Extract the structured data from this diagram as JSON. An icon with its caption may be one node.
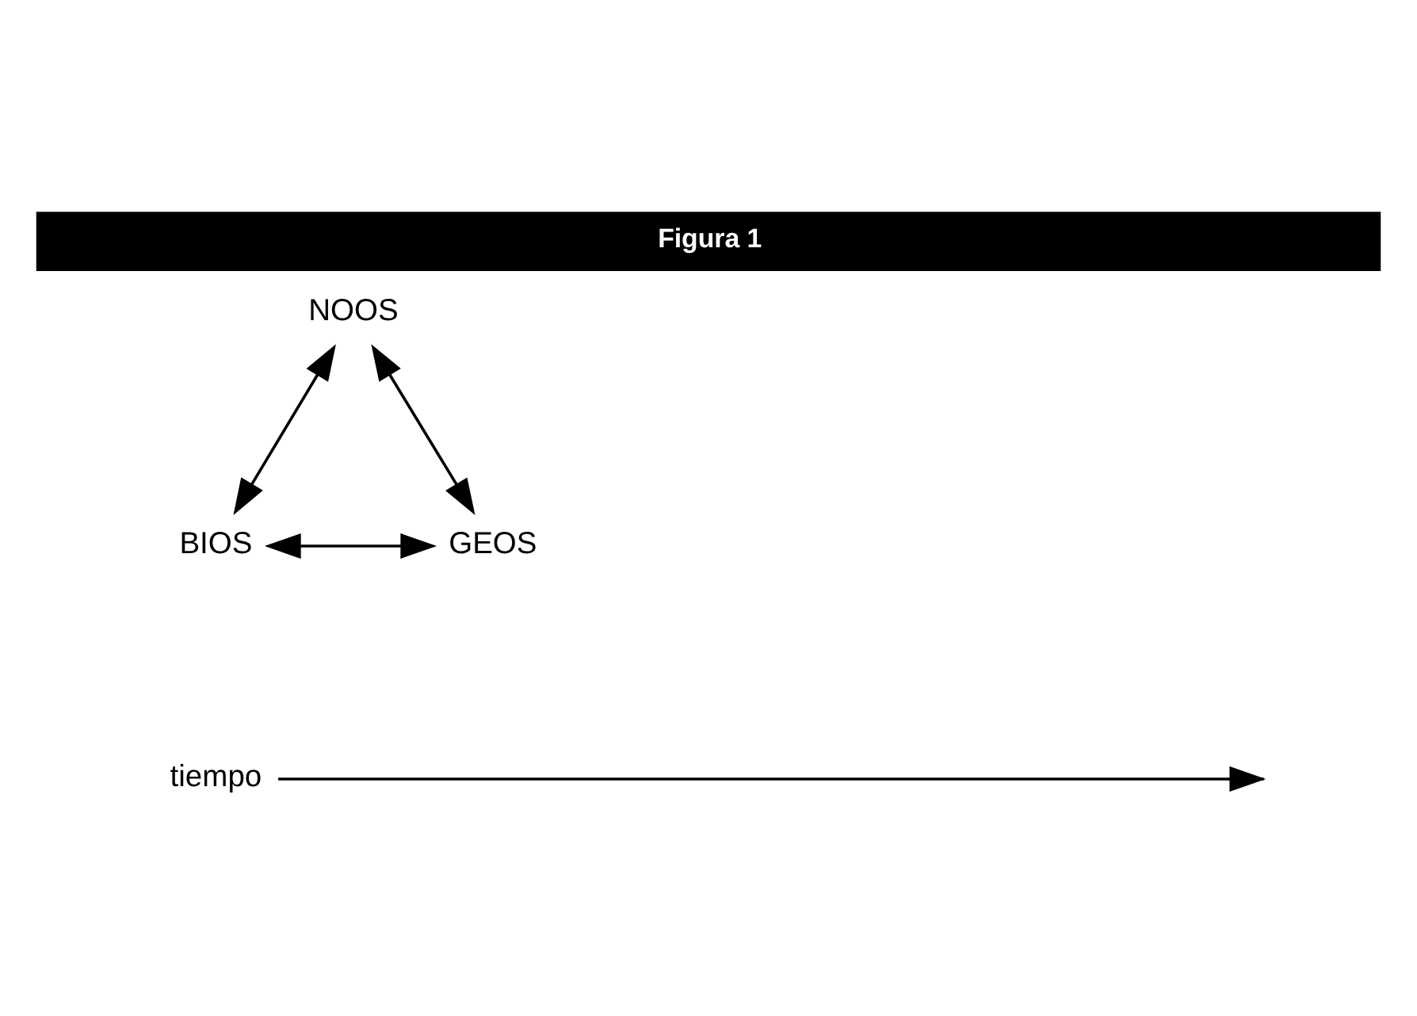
{
  "diagram": {
    "title": "Figura 1",
    "nodes": [
      {
        "text": [
          "NOOS"
        ]
      },
      {
        "text": [
          "BIOS"
        ]
      },
      {
        "text": [
          "GEOS"
        ]
      },
      {
        "text": [
          "tiempo"
        ]
      }
    ],
    "edges": [
      {
        "from": 0,
        "to": 1,
        "arrow": "both"
      },
      {
        "from": 0,
        "to": 2,
        "arrow": "both"
      },
      {
        "from": 1,
        "to": 2,
        "arrow": "both"
      },
      {
        "from": 3,
        "to": null,
        "arrow": "to"
      }
    ]
  }
}
